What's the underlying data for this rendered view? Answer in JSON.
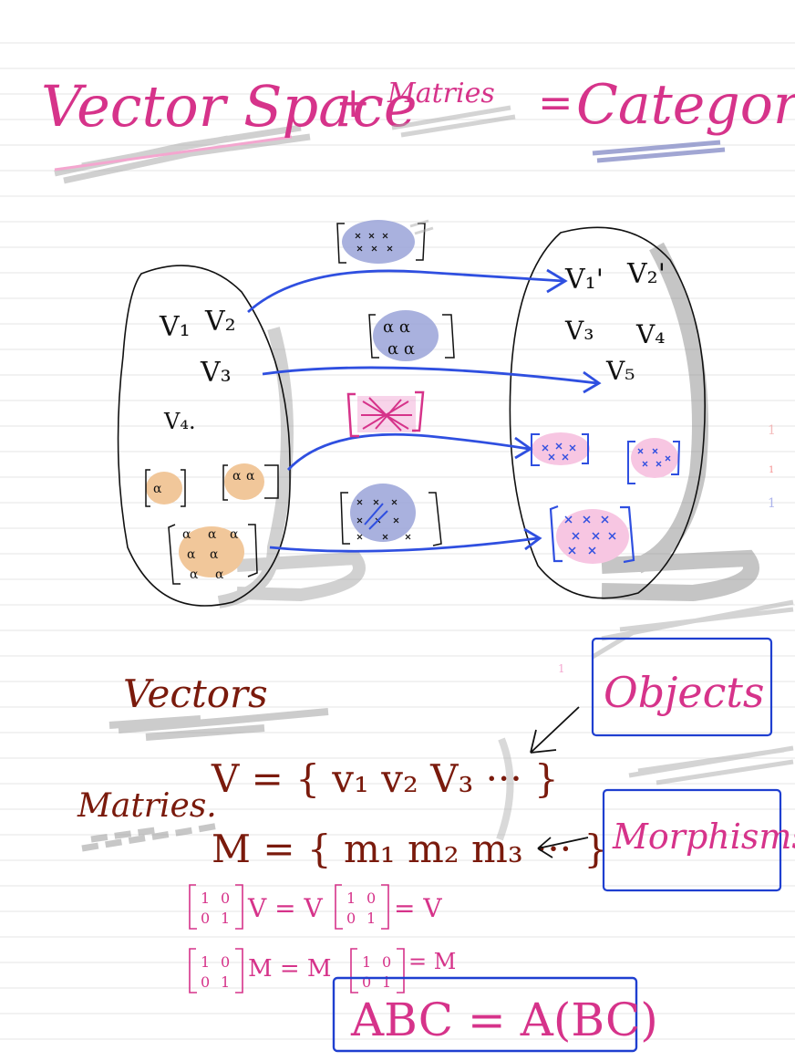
{
  "title": {
    "part1": "Vector Space",
    "plus": "+",
    "part2": "Matries",
    "equals": "=",
    "part3": "Category."
  },
  "left_set": {
    "v1": "V₁",
    "v2": "V₂",
    "v3": "V₃",
    "v4": "V₄.",
    "matrix_entry": "α"
  },
  "right_set": {
    "v1": "V₁'",
    "v2": "V₂'",
    "v3": "V₃",
    "v4": "V₄",
    "v5": "V₅"
  },
  "arrow_labels": {
    "m1": "α α",
    "m2": "α α"
  },
  "lower": {
    "vectors_label": "Vectors",
    "matries_label": "Matries.",
    "v_set": "V = { v₁  v₂  V₃ ··· }",
    "m_set": "M = { m₁ m₂ m₃ ··· }",
    "objects_label": "Objects",
    "morphisms_label": "Morphisms",
    "identity_v_left": "V = V",
    "identity_v_right": "= V",
    "identity_m_left": "M = M",
    "identity_m_right": "= M",
    "associativity": "ABC = A(BC)"
  },
  "matrix_digits": {
    "one": "1",
    "zero": "0"
  },
  "colors": {
    "pink": "#d6338a",
    "blue": "#2f4fe0",
    "brown": "#7a1a0c",
    "box_blue": "#1f3fd0",
    "gray": "#9a9a9a",
    "peach": "#f1c79a",
    "lavender": "#9aa3d8",
    "light_pink": "#f4b8dc"
  }
}
